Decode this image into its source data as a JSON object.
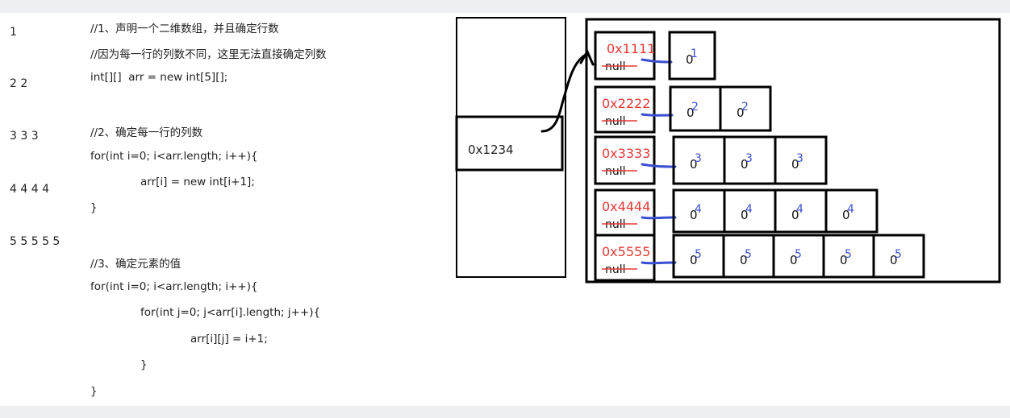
{
  "output_lines": [
    "1",
    "2 2",
    "3 3 3",
    "4 4 4 4",
    "5 5 5 5 5"
  ],
  "code_lines": [
    "//1、声明一个二维数组，并且确定行数",
    "//因为每一行的列数不同，这里无法直接确定列数",
    "int[][]  arr = new int[5][];",
    "//2、确定每一行的列数",
    "for(int i=0; i<arr.length; i++){",
    "arr[i] = new int[i+1];",
    "}",
    "//3、确定元素的值",
    "for(int i=0; i<arr.length; i++){",
    "for(int j=0; j<arr[i].length; j++){",
    "arr[i][j] = i+1;",
    "}",
    "}"
  ],
  "diagram": {
    "stack_address": "0x1234",
    "rows": [
      {
        "address": "0x1111",
        "old": "null",
        "cells": [
          {
            "old": "0",
            "new": "1"
          }
        ]
      },
      {
        "address": "0x2222",
        "old": "null",
        "cells": [
          {
            "old": "0",
            "new": "2"
          },
          {
            "old": "0",
            "new": "2"
          }
        ]
      },
      {
        "address": "0x3333",
        "old": "null",
        "cells": [
          {
            "old": "0",
            "new": "3"
          },
          {
            "old": "0",
            "new": "3"
          },
          {
            "old": "0",
            "new": "3"
          }
        ]
      },
      {
        "address": "0x4444",
        "old": "null",
        "cells": [
          {
            "old": "0",
            "new": "4"
          },
          {
            "old": "0",
            "new": "4"
          },
          {
            "old": "0",
            "new": "4"
          },
          {
            "old": "0",
            "new": "4"
          }
        ]
      },
      {
        "address": "0x5555",
        "old": "null",
        "cells": [
          {
            "old": "0",
            "new": "5"
          },
          {
            "old": "0",
            "new": "5"
          },
          {
            "old": "0",
            "new": "5"
          },
          {
            "old": "0",
            "new": "5"
          },
          {
            "old": "0",
            "new": "5"
          }
        ]
      }
    ]
  },
  "colors": {
    "address": "#e53935",
    "annotation": "#3a4fd1",
    "line": "#000000"
  }
}
